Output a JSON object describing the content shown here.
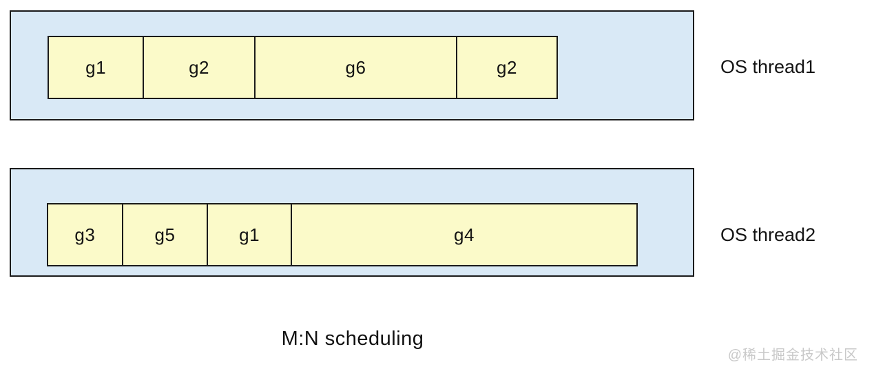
{
  "diagram": {
    "caption": "M:N scheduling",
    "watermark": "@稀土掘金技术社区",
    "colors": {
      "thread_fill": "#d9e9f6",
      "block_fill": "#fbfac9",
      "border": "#1a1a1a",
      "text": "#141414",
      "watermark_text": "#c9c9c9"
    },
    "threads": [
      {
        "label": "OS thread1",
        "blocks": [
          {
            "label": "g1"
          },
          {
            "label": "g2"
          },
          {
            "label": "g6"
          },
          {
            "label": "g2"
          }
        ]
      },
      {
        "label": "OS thread2",
        "blocks": [
          {
            "label": "g3"
          },
          {
            "label": "g5"
          },
          {
            "label": "g1"
          },
          {
            "label": "g4"
          }
        ]
      }
    ]
  }
}
